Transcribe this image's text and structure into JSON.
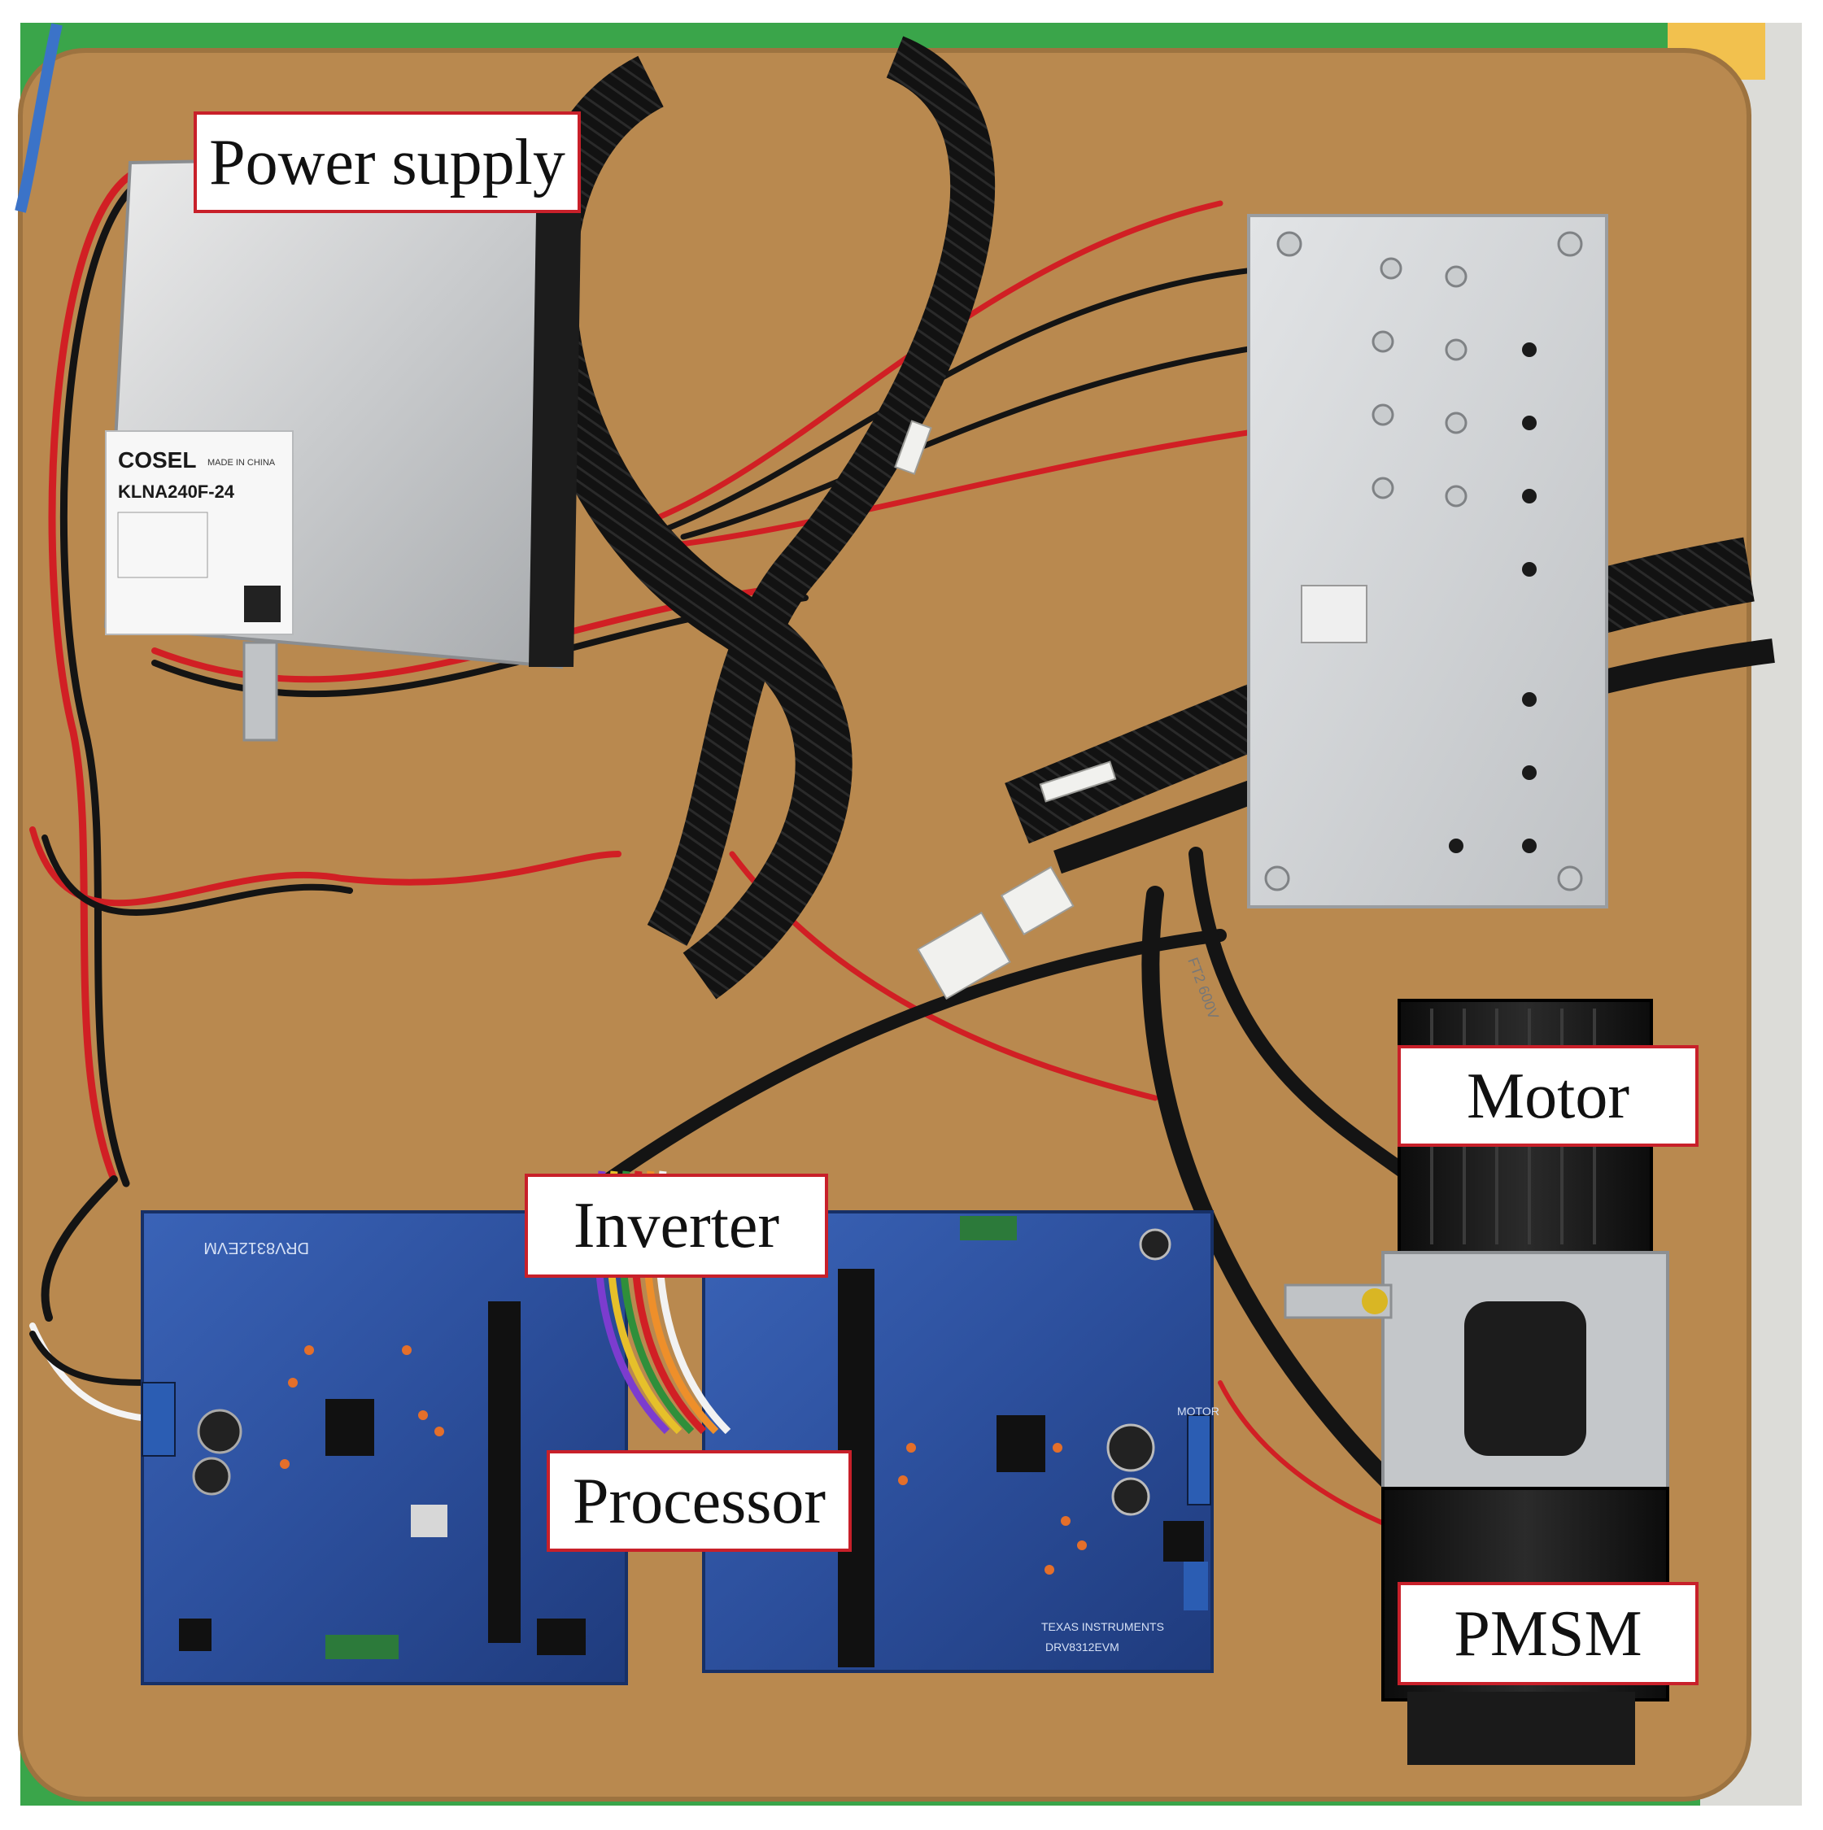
{
  "photo": {
    "description_subject": "Motor drive test bench",
    "labels": {
      "power_supply": "Power supply",
      "inverter": "Inverter",
      "processor": "Processor",
      "motor": "Motor",
      "pmsm": "PMSM"
    },
    "printed_text": {
      "psu_brand": "COSEL",
      "psu_made": "MADE IN CHINA",
      "psu_model": "KLNA240F-24",
      "board_left": "DRV8312EVM",
      "board_right": "DRV8312EVM",
      "board_vendor": "TEXAS INSTRUMENTS",
      "connector_motor": "MOTOR"
    }
  },
  "colors": {
    "label_border": "#c8202a",
    "board_base": "#2c4f9c",
    "board_dark": "#1f3b7d",
    "board_bright": "#3a63b7",
    "baseboard": "#b9894f",
    "background_green": "#3aa54a",
    "wire_red": "#d11f24",
    "wire_black": "#141414",
    "aluminium": "#cfd2d4"
  }
}
